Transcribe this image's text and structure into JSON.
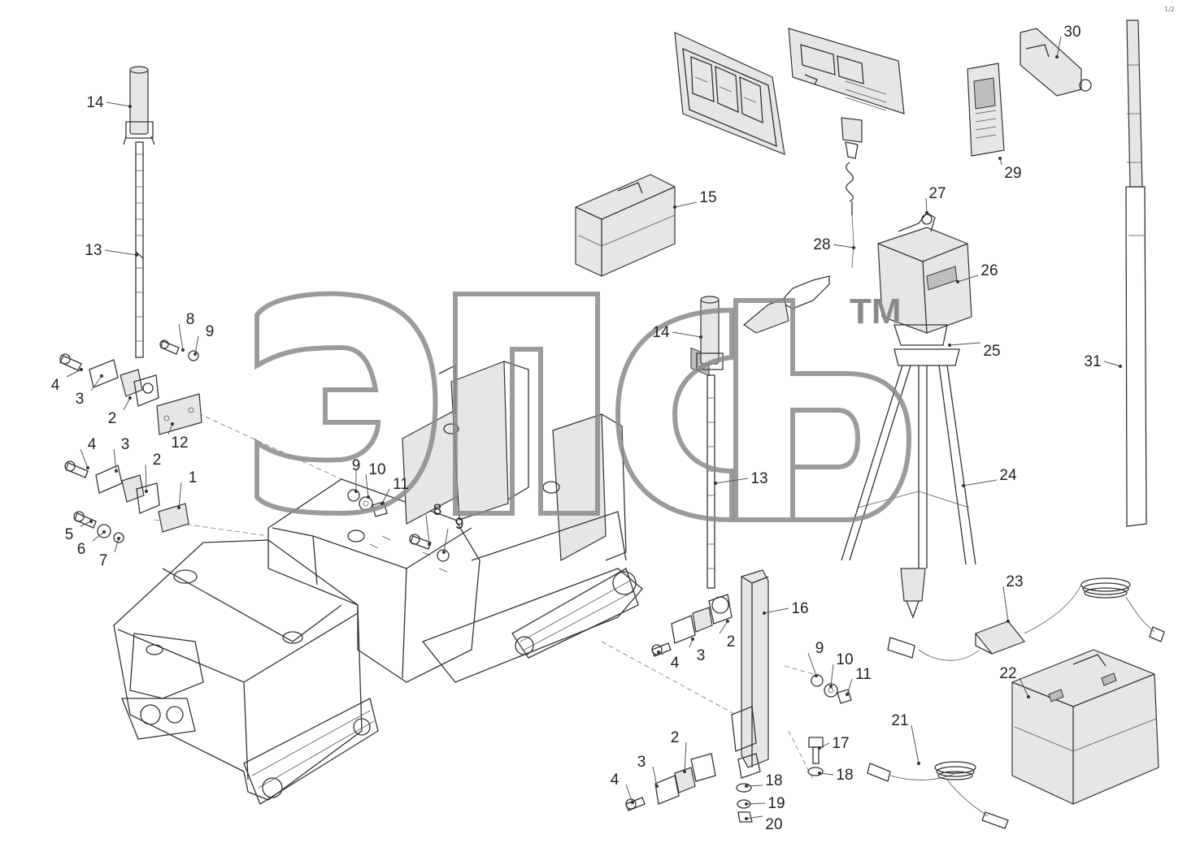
{
  "watermark": {
    "trademark": "TM"
  },
  "corner_mark": "1/2",
  "callouts": [
    {
      "id": "c14a",
      "label": "14"
    },
    {
      "id": "c13a",
      "label": "13"
    },
    {
      "id": "c8a",
      "label": "8"
    },
    {
      "id": "c9a",
      "label": "9"
    },
    {
      "id": "c4a",
      "label": "4"
    },
    {
      "id": "c3a",
      "label": "3"
    },
    {
      "id": "c2a",
      "label": "2"
    },
    {
      "id": "c12",
      "label": "12"
    },
    {
      "id": "c4b",
      "label": "4"
    },
    {
      "id": "c3b",
      "label": "3"
    },
    {
      "id": "c2b",
      "label": "2"
    },
    {
      "id": "c1",
      "label": "1"
    },
    {
      "id": "c5",
      "label": "5"
    },
    {
      "id": "c6",
      "label": "6"
    },
    {
      "id": "c7",
      "label": "7"
    },
    {
      "id": "c9b",
      "label": "9"
    },
    {
      "id": "c10a",
      "label": "10"
    },
    {
      "id": "c11a",
      "label": "11"
    },
    {
      "id": "c8b",
      "label": "8"
    },
    {
      "id": "c9c",
      "label": "9"
    },
    {
      "id": "c15",
      "label": "15"
    },
    {
      "id": "c27",
      "label": "27"
    },
    {
      "id": "c28",
      "label": "28"
    },
    {
      "id": "c26",
      "label": "26"
    },
    {
      "id": "c25",
      "label": "25"
    },
    {
      "id": "c29",
      "label": "29"
    },
    {
      "id": "c30",
      "label": "30"
    },
    {
      "id": "c31",
      "label": "31"
    },
    {
      "id": "c24",
      "label": "24"
    },
    {
      "id": "c14b",
      "label": "14"
    },
    {
      "id": "c13b",
      "label": "13"
    },
    {
      "id": "c16",
      "label": "16"
    },
    {
      "id": "c2c",
      "label": "2"
    },
    {
      "id": "c3c",
      "label": "3"
    },
    {
      "id": "c4c",
      "label": "4"
    },
    {
      "id": "c9d",
      "label": "9"
    },
    {
      "id": "c10b",
      "label": "10"
    },
    {
      "id": "c11b",
      "label": "11"
    },
    {
      "id": "c23",
      "label": "23"
    },
    {
      "id": "c22",
      "label": "22"
    },
    {
      "id": "c21",
      "label": "21"
    },
    {
      "id": "c17",
      "label": "17"
    },
    {
      "id": "c18a",
      "label": "18"
    },
    {
      "id": "c18b",
      "label": "18"
    },
    {
      "id": "c19",
      "label": "19"
    },
    {
      "id": "c20",
      "label": "20"
    },
    {
      "id": "c2d",
      "label": "2"
    },
    {
      "id": "c3d",
      "label": "3"
    },
    {
      "id": "c4d",
      "label": "4"
    }
  ]
}
